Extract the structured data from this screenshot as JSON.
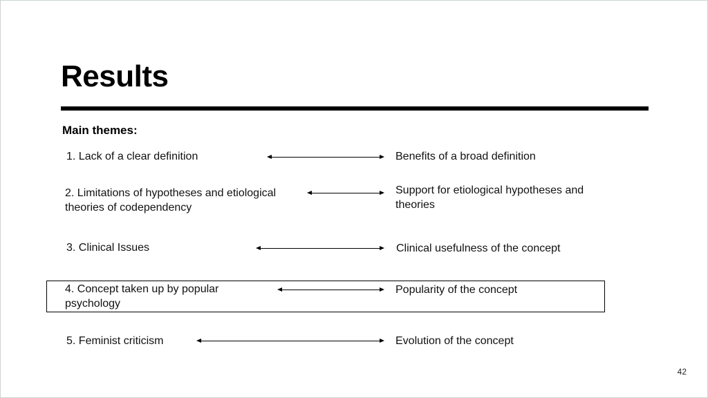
{
  "slide": {
    "title": "Results",
    "subtitle": "Main themes:",
    "page_number": "42"
  },
  "themes": [
    {
      "left": "1. Lack of a clear definition",
      "right": "Benefits of a broad definition"
    },
    {
      "left": "2. Limitations of hypotheses and etiological theories of codependency",
      "right": "Support for etiological hypotheses and theories"
    },
    {
      "left": "3. Clinical Issues",
      "right": "Clinical usefulness of the concept"
    },
    {
      "left": "4. Concept taken up by popular psychology",
      "right": "Popularity of the concept",
      "highlighted": true
    },
    {
      "left": "5. Feminist criticism",
      "right": "Evolution of the concept"
    }
  ]
}
